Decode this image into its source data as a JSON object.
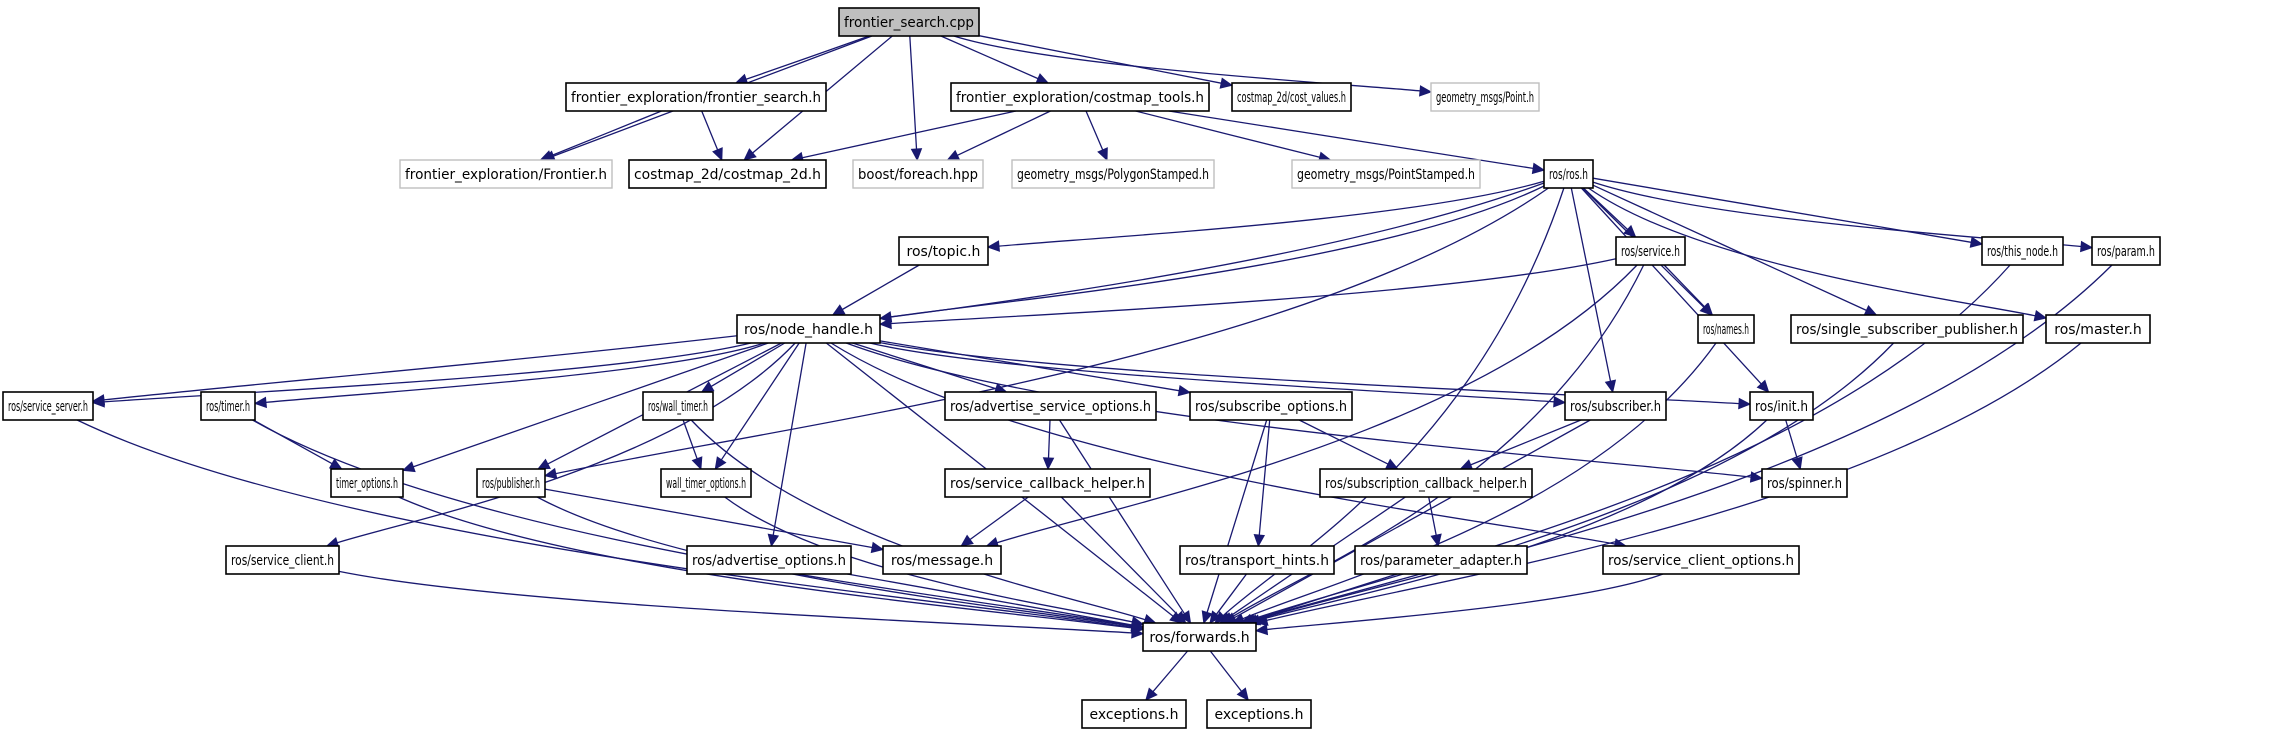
{
  "diagram": {
    "type": "include-dependency-graph",
    "edge_color": "#191970",
    "root_fill": "#bfbfbf",
    "external_border": "#bfbfbf",
    "nodes": [
      {
        "id": "root",
        "label": "frontier_search.cpp",
        "kind": "root"
      },
      {
        "id": "fe_fs",
        "label": "frontier_exploration/frontier_search.h",
        "kind": "local"
      },
      {
        "id": "fe_ct",
        "label": "frontier_exploration/costmap_tools.h",
        "kind": "local"
      },
      {
        "id": "cv",
        "label": "costmap_2d/cost_values.h",
        "kind": "local"
      },
      {
        "id": "gm_point",
        "label": "geometry_msgs/Point.h",
        "kind": "external"
      },
      {
        "id": "fe_frontier",
        "label": "frontier_exploration/Frontier.h",
        "kind": "external"
      },
      {
        "id": "cm2d",
        "label": "costmap_2d/costmap_2d.h",
        "kind": "local"
      },
      {
        "id": "boost_fe",
        "label": "boost/foreach.hpp",
        "kind": "external"
      },
      {
        "id": "gm_poly",
        "label": "geometry_msgs/PolygonStamped.h",
        "kind": "external"
      },
      {
        "id": "gm_ps",
        "label": "geometry_msgs/PointStamped.h",
        "kind": "external"
      },
      {
        "id": "ros",
        "label": "ros/ros.h",
        "kind": "local"
      },
      {
        "id": "topic",
        "label": "ros/topic.h",
        "kind": "local"
      },
      {
        "id": "service",
        "label": "ros/service.h",
        "kind": "local"
      },
      {
        "id": "this_node",
        "label": "ros/this_node.h",
        "kind": "local"
      },
      {
        "id": "param",
        "label": "ros/param.h",
        "kind": "local"
      },
      {
        "id": "node_handle",
        "label": "ros/node_handle.h",
        "kind": "local"
      },
      {
        "id": "names",
        "label": "ros/names.h",
        "kind": "local"
      },
      {
        "id": "ssp",
        "label": "ros/single_subscriber_publisher.h",
        "kind": "local"
      },
      {
        "id": "master",
        "label": "ros/master.h",
        "kind": "local"
      },
      {
        "id": "service_server",
        "label": "ros/service_server.h",
        "kind": "local"
      },
      {
        "id": "timer",
        "label": "ros/timer.h",
        "kind": "local"
      },
      {
        "id": "wall_timer",
        "label": "ros/wall_timer.h",
        "kind": "local"
      },
      {
        "id": "aso",
        "label": "ros/advertise_service_options.h",
        "kind": "local"
      },
      {
        "id": "so",
        "label": "ros/subscribe_options.h",
        "kind": "local"
      },
      {
        "id": "subscriber",
        "label": "ros/subscriber.h",
        "kind": "local"
      },
      {
        "id": "init",
        "label": "ros/init.h",
        "kind": "local"
      },
      {
        "id": "timer_options",
        "label": "timer_options.h",
        "kind": "local"
      },
      {
        "id": "publisher",
        "label": "ros/publisher.h",
        "kind": "local"
      },
      {
        "id": "wto",
        "label": "wall_timer_options.h",
        "kind": "local"
      },
      {
        "id": "sch",
        "label": "ros/service_callback_helper.h",
        "kind": "local"
      },
      {
        "id": "subch",
        "label": "ros/subscription_callback_helper.h",
        "kind": "local"
      },
      {
        "id": "spinner",
        "label": "ros/spinner.h",
        "kind": "local"
      },
      {
        "id": "service_client",
        "label": "ros/service_client.h",
        "kind": "local"
      },
      {
        "id": "adv_opts",
        "label": "ros/advertise_options.h",
        "kind": "local"
      },
      {
        "id": "message",
        "label": "ros/message.h",
        "kind": "local"
      },
      {
        "id": "transport_hints",
        "label": "ros/transport_hints.h",
        "kind": "local"
      },
      {
        "id": "param_adapter",
        "label": "ros/parameter_adapter.h",
        "kind": "local"
      },
      {
        "id": "sco",
        "label": "ros/service_client_options.h",
        "kind": "local"
      },
      {
        "id": "forwards",
        "label": "ros/forwards.h",
        "kind": "local"
      },
      {
        "id": "exc1",
        "label": "exceptions.h",
        "kind": "local"
      },
      {
        "id": "exc2",
        "label": "exceptions.h",
        "kind": "local"
      }
    ],
    "edges": [
      [
        "root",
        "fe_frontier"
      ],
      [
        "root",
        "fe_fs"
      ],
      [
        "root",
        "cm2d"
      ],
      [
        "root",
        "boost_fe"
      ],
      [
        "root",
        "fe_ct"
      ],
      [
        "root",
        "cv"
      ],
      [
        "root",
        "gm_point"
      ],
      [
        "fe_fs",
        "fe_frontier"
      ],
      [
        "fe_fs",
        "cm2d"
      ],
      [
        "fe_ct",
        "cm2d"
      ],
      [
        "fe_ct",
        "boost_fe"
      ],
      [
        "fe_ct",
        "gm_poly"
      ],
      [
        "fe_ct",
        "gm_ps"
      ],
      [
        "fe_ct",
        "ros"
      ],
      [
        "ros",
        "service_server"
      ],
      [
        "ros",
        "topic"
      ],
      [
        "ros",
        "node_handle"
      ],
      [
        "ros",
        "publisher"
      ],
      [
        "ros",
        "service"
      ],
      [
        "ros",
        "names"
      ],
      [
        "ros",
        "subscriber"
      ],
      [
        "ros",
        "init"
      ],
      [
        "ros",
        "ssp"
      ],
      [
        "ros",
        "master"
      ],
      [
        "ros",
        "this_node"
      ],
      [
        "ros",
        "param"
      ],
      [
        "ros",
        "forwards"
      ],
      [
        "topic",
        "node_handle"
      ],
      [
        "service",
        "node_handle"
      ],
      [
        "service",
        "names"
      ],
      [
        "service",
        "message"
      ],
      [
        "service",
        "forwards"
      ],
      [
        "node_handle",
        "service_server"
      ],
      [
        "node_handle",
        "timer"
      ],
      [
        "node_handle",
        "timer_options"
      ],
      [
        "node_handle",
        "publisher"
      ],
      [
        "node_handle",
        "wall_timer"
      ],
      [
        "node_handle",
        "wto"
      ],
      [
        "node_handle",
        "aso"
      ],
      [
        "node_handle",
        "so"
      ],
      [
        "node_handle",
        "subscriber"
      ],
      [
        "node_handle",
        "init"
      ],
      [
        "node_handle",
        "spinner"
      ],
      [
        "node_handle",
        "service_client"
      ],
      [
        "node_handle",
        "adv_opts"
      ],
      [
        "node_handle",
        "sco"
      ],
      [
        "node_handle",
        "forwards"
      ],
      [
        "service_server",
        "forwards"
      ],
      [
        "timer",
        "timer_options"
      ],
      [
        "timer",
        "forwards"
      ],
      [
        "wall_timer",
        "wto"
      ],
      [
        "wall_timer",
        "forwards"
      ],
      [
        "aso",
        "sch"
      ],
      [
        "aso",
        "forwards"
      ],
      [
        "so",
        "subch"
      ],
      [
        "so",
        "transport_hints"
      ],
      [
        "so",
        "forwards"
      ],
      [
        "subscriber",
        "subch"
      ],
      [
        "subscriber",
        "forwards"
      ],
      [
        "init",
        "spinner"
      ],
      [
        "init",
        "forwards"
      ],
      [
        "timer_options",
        "forwards"
      ],
      [
        "publisher",
        "message"
      ],
      [
        "publisher",
        "forwards"
      ],
      [
        "wto",
        "forwards"
      ],
      [
        "sch",
        "message"
      ],
      [
        "sch",
        "forwards"
      ],
      [
        "subch",
        "param_adapter"
      ],
      [
        "subch",
        "forwards"
      ],
      [
        "service_client",
        "forwards"
      ],
      [
        "adv_opts",
        "forwards"
      ],
      [
        "transport_hints",
        "forwards"
      ],
      [
        "param_adapter",
        "forwards"
      ],
      [
        "sco",
        "forwards"
      ],
      [
        "names",
        "forwards"
      ],
      [
        "ssp",
        "forwards"
      ],
      [
        "master",
        "forwards"
      ],
      [
        "this_node",
        "forwards"
      ],
      [
        "param",
        "forwards"
      ],
      [
        "forwards",
        "exc1"
      ],
      [
        "forwards",
        "exc2"
      ]
    ]
  }
}
